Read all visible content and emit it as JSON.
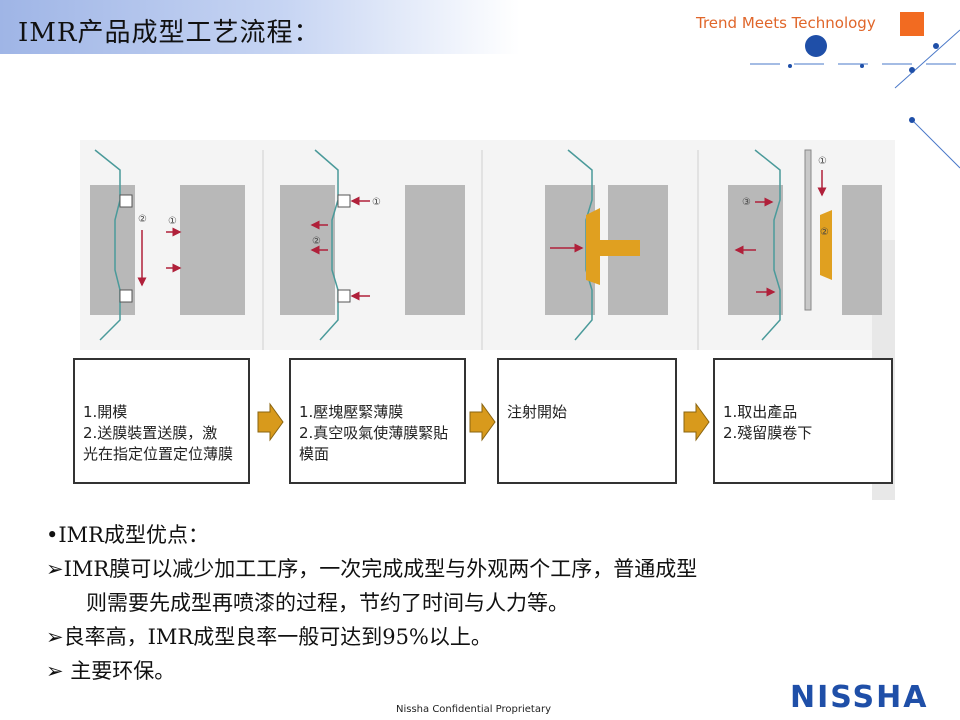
{
  "header": {
    "title": "IMR产品成型工艺流程：",
    "tagline": "Trend Meets Technology"
  },
  "steps": [
    {
      "text": "1.開模\n2.送膜裝置送膜，激\n光在指定位置定位薄膜"
    },
    {
      "text": "1.壓塊壓緊薄膜\n2.真空吸氣使薄膜緊貼\n模面"
    },
    {
      "text": "注射開始"
    },
    {
      "text": "1.取出產品\n2.殘留膜卷下"
    }
  ],
  "diagram_labels": {
    "p1_a": "②",
    "p1_b": "①",
    "p2_a": "①",
    "p2_b": "②",
    "p4_a": "③",
    "p4_b": "①",
    "p4_c": "②"
  },
  "content": {
    "heading": "•IMR成型优点：",
    "lines": [
      "➢IMR膜可以减少加工工序，一次完成成型与外观两个工序，普通成型",
      "则需要先成型再喷漆的过程，节约了时间与人力等。",
      "➢良率高，IMR成型良率一般可达到95%以上。",
      "➢ 主要环保。"
    ]
  },
  "footer": {
    "text": "Nissha Confidential Proprietary",
    "logo": "NISSHA"
  },
  "colors": {
    "accent_blue": "#1f4fa8",
    "accent_orange": "#f26b21",
    "arrow_gold": "#d89a1c",
    "arrow_red": "#b0203a"
  }
}
